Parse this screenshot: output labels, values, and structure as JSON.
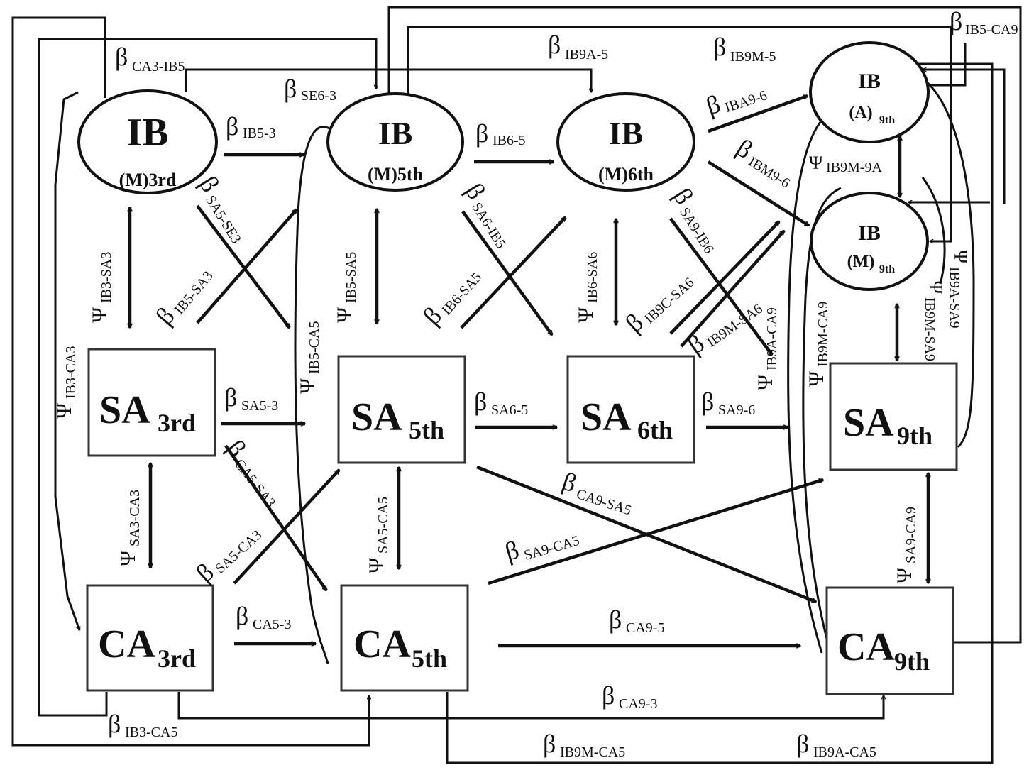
{
  "nodes": {
    "ib3": {
      "main": "IB",
      "sub": "(M)3rd"
    },
    "ib5": {
      "main": "IB",
      "sub": "(M)5th"
    },
    "ib6": {
      "main": "IB",
      "sub": "(M)6th"
    },
    "ib9a": {
      "main": "IB",
      "sub_a": "(A)",
      "sub_b": "9th"
    },
    "ib9m": {
      "main": "IB",
      "sub_a": "(M)",
      "sub_b": "9th"
    },
    "sa3": {
      "main": "SA",
      "sub": "3rd"
    },
    "sa5": {
      "main": "SA",
      "sub": "5th"
    },
    "sa6": {
      "main": "SA",
      "sub": "6th"
    },
    "sa9": {
      "main": "SA",
      "sub": "9th"
    },
    "ca3": {
      "main": "CA",
      "sub": "3rd"
    },
    "ca5": {
      "main": "CA",
      "sub": "5th"
    },
    "ca9": {
      "main": "CA",
      "sub": "9th"
    }
  },
  "symbols": {
    "beta": "β",
    "psi": "Ψ"
  },
  "labels": {
    "b_ca3_ib5": "CA3-IB5",
    "b_ib9a_5": "IB9A-5",
    "b_ib9m_5": "IB9M-5",
    "b_ib5_ca9": "IB5-CA9",
    "b_se6_3": "SE6-3",
    "b_ib5_3": "IB5-3",
    "b_ib6_5": "IB6-5",
    "b_iba9_6": "IBA9-6",
    "b_ibm9_6": "IBM9-6",
    "p_ib9m_9a": "IB9M-9A",
    "b_sa5_se3": "SA5-SE3",
    "b_ib5_sa3": "IB5-SA3",
    "b_sa6_ib5": "SA6-IB5",
    "b_ib6_sa5": "IB6-SA5",
    "b_sa9_ib6": "SA9-IB6",
    "b_ib9c_sa6": "IB9C-SA6",
    "b_ib9m_sa6": "IB9M-SA6",
    "p_ib3_sa3": "IB3-SA3",
    "p_ib3_ca3": "IB3-CA3",
    "p_ib5_ca5": "IB5-CA5",
    "p_ib5_sa5": "IB5-SA5",
    "p_ib6_sa6": "IB6-SA6",
    "p_ib9a_ca9": "IB9A-CA9",
    "p_ib9m_ca9": "IB9M-CA9",
    "p_ib9m_sa9": "IB9M-SA9",
    "p_ib9a_sa9": "IB9A-SA9",
    "b_sa5_3": "SA5-3",
    "b_sa6_5": "SA6-5",
    "b_sa9_6": "SA9-6",
    "b_ca5_sa3": "CA5-SA3",
    "b_ca9_sa5": "CA9-SA5",
    "b_sa5_ca3": "SA5-CA3",
    "b_sa9_ca5": "SA9-CA5",
    "p_sa3_ca3": "SA3-CA3",
    "p_sa5_ca5": "SA5-CA5",
    "p_sa9_ca9": "SA9-CA9",
    "b_ca5_3": "CA5-3",
    "b_ca9_5": "CA9-5",
    "b_ca9_3": "CA9-3",
    "b_ib3_ca5": "IB3-CA5",
    "b_ib9m_ca5": "IB9M-CA5",
    "b_ib9a_ca5": "IB9A-CA5"
  }
}
